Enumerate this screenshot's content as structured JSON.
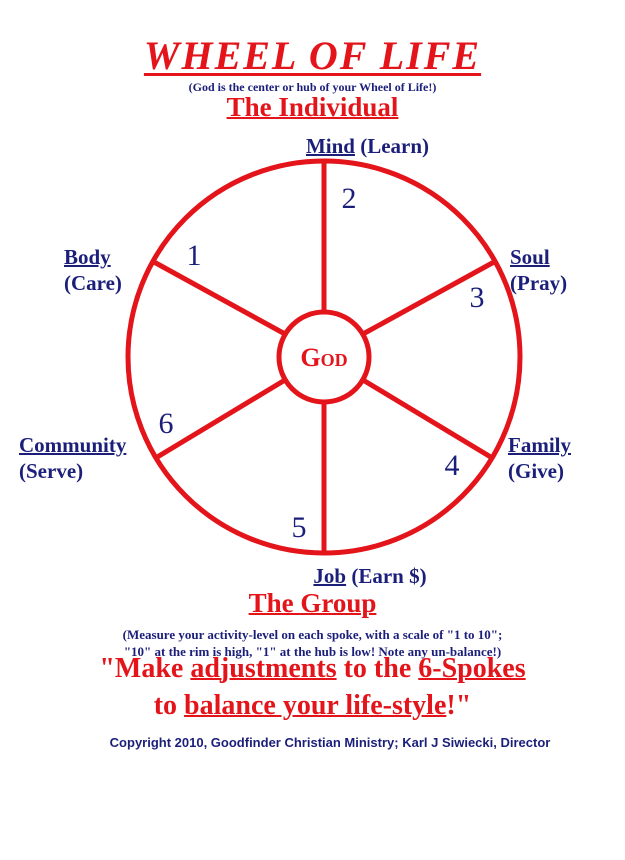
{
  "title": "WHEEL  OF  LIFE",
  "subtitle": "(God is the center or hub of your Wheel of Life!)",
  "heading_individual": "The Individual",
  "hub_label": "God",
  "spokes": [
    {
      "number": "1",
      "name": "Body",
      "action": "(Care)"
    },
    {
      "number": "2",
      "name": "Mind",
      "action": "(Learn)"
    },
    {
      "number": "3",
      "name": "Soul",
      "action": "(Pray)"
    },
    {
      "number": "4",
      "name": "Family",
      "action": "(Give)"
    },
    {
      "number": "5",
      "name": "Job",
      "action": "(Earn $)"
    },
    {
      "number": "6",
      "name": "Community",
      "action": "(Serve)"
    }
  ],
  "heading_group": "The Group",
  "instructions": [
    "(Measure your activity-level on each spoke, with a scale of \"1 to 10\";",
    "\"10\" at the rim is high, \"1\" at the hub is low!  Note any un-balance!)"
  ],
  "slogan": {
    "line1_a": "\"Make ",
    "line1_b": "adjustments",
    "line1_c": " to the ",
    "line1_d": "6-Spokes",
    "line2_a": "to ",
    "line2_b": "balance your life-style",
    "line2_c": "!\""
  },
  "copyright": "Copyright 2010,  Goodfinder Christian Ministry; Karl J Siwiecki, Director",
  "colors": {
    "red": "#e4141b",
    "navy": "#1b1f7a"
  }
}
